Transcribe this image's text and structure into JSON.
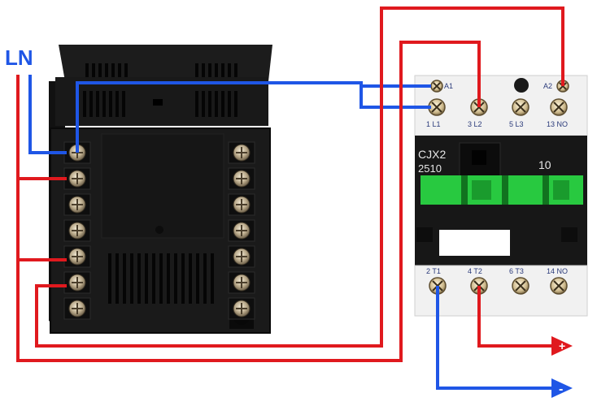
{
  "supply": {
    "label": "LN"
  },
  "contactor": {
    "model": "CJX2",
    "rating_code": "2510",
    "rating_number": "10",
    "top_terminals": [
      {
        "label": "A1"
      },
      {
        "label": "1 L1"
      },
      {
        "label": "3 L2"
      },
      {
        "label": "5 L3"
      },
      {
        "label": "13 NO"
      },
      {
        "label": "A2"
      }
    ],
    "bottom_terminals": [
      {
        "label": "2 T1"
      },
      {
        "label": "4 T2"
      },
      {
        "label": "6 T3"
      },
      {
        "label": "14 NO"
      }
    ]
  },
  "outputs": {
    "positive": "+",
    "negative": "-"
  },
  "wire_colors": {
    "red": "#e0191e",
    "blue": "#1f56e6"
  },
  "controller": {
    "terminal_rows_per_side": 7
  }
}
